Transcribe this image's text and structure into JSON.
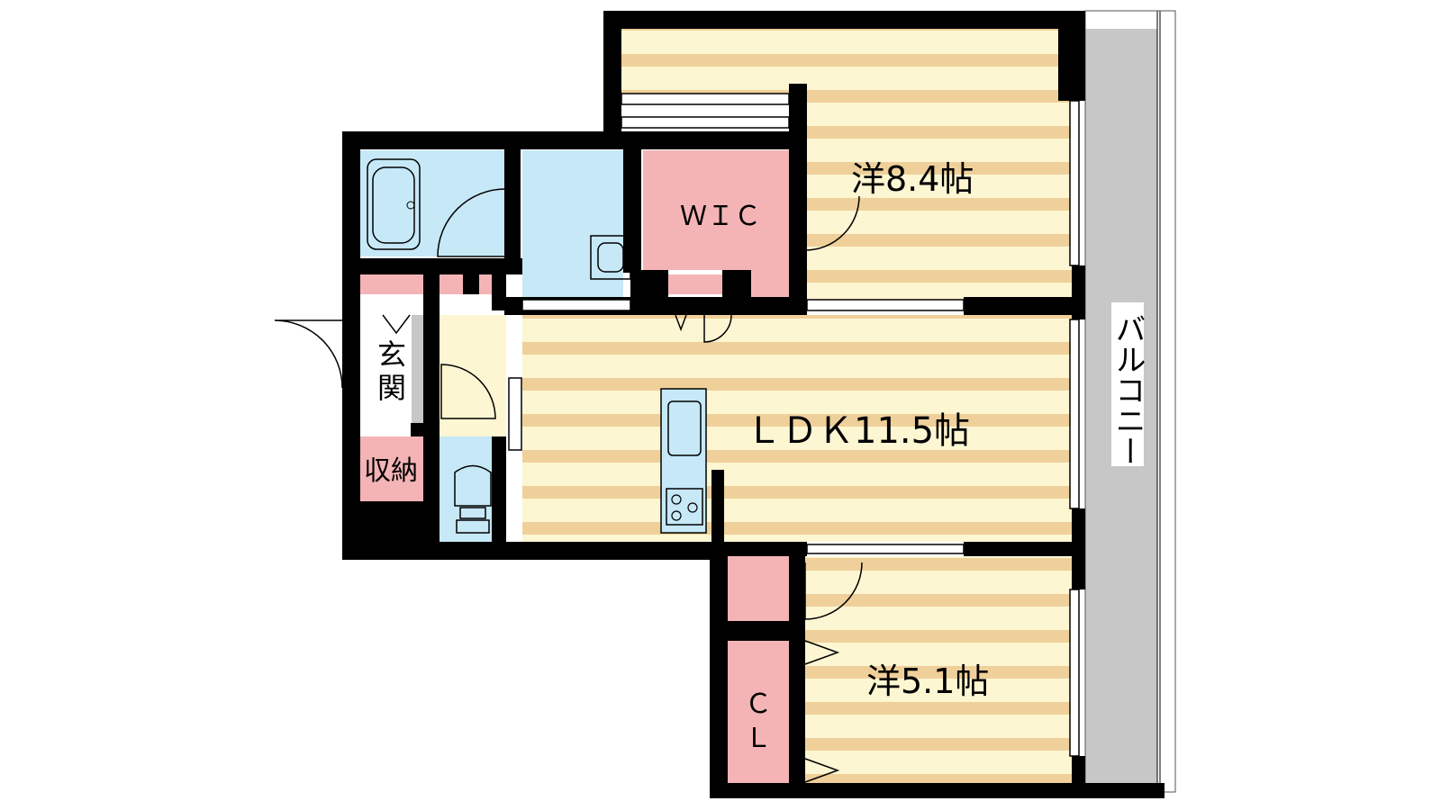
{
  "rooms": {
    "western_8_4": "洋8.4帖",
    "wic": "ＷＩＣ",
    "ldk": "ＬＤＫ11.5帖",
    "western_5_1": "洋5.1帖",
    "cl_line1": "Ｃ",
    "cl_line2": "Ｌ",
    "entrance_line1": "玄",
    "entrance_line2": "関",
    "storage": "収納",
    "balcony": "バルコニー"
  },
  "colors": {
    "wall": "#000000",
    "floor_stripe_light": "#fdf6d2",
    "floor_stripe_dark": "#f0d09a",
    "wet_area": "#c6e8f7",
    "storage": "#f4b4b6",
    "balcony": "#c7c7c7",
    "kitchen_counter": "#c6e8f7"
  }
}
